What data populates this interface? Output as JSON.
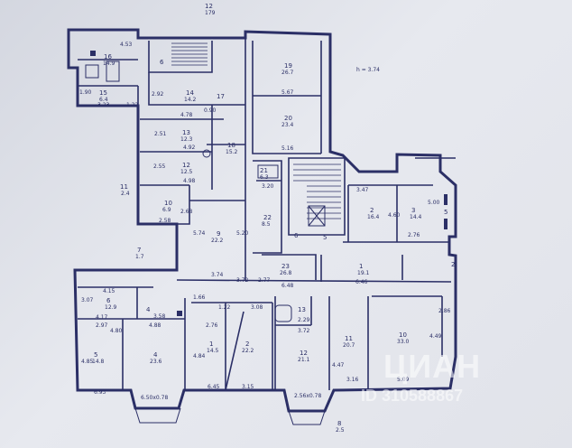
{
  "plan": {
    "title_code": "12",
    "title_sub": "179",
    "height_note": "h = 3.74",
    "rooms": [
      {
        "id": "16",
        "num": "16",
        "area": "14.9",
        "dims": [
          "4.53"
        ]
      },
      {
        "id": "15",
        "num": "15",
        "area": "6.4",
        "dims": [
          "1.90",
          "3.23",
          "1.22"
        ]
      },
      {
        "id": "6",
        "num": "6",
        "area": "",
        "dims": []
      },
      {
        "id": "14",
        "num": "14",
        "area": "14.2",
        "dims": [
          "2.92",
          "4.78",
          "0.90"
        ]
      },
      {
        "id": "17",
        "num": "17",
        "area": "",
        "dims": []
      },
      {
        "id": "13",
        "num": "13",
        "area": "12.3",
        "dims": [
          "2.51",
          "4.92"
        ]
      },
      {
        "id": "12",
        "num": "12",
        "area": "12.5",
        "dims": [
          "2.55",
          "4.98"
        ]
      },
      {
        "id": "18",
        "num": "18",
        "area": "15.2",
        "dims": []
      },
      {
        "id": "10",
        "num": "10",
        "area": "6.9",
        "dims": [
          "2.58",
          "2.68"
        ]
      },
      {
        "id": "11",
        "num": "11",
        "area": "2.4",
        "dims": []
      },
      {
        "id": "9",
        "num": "9",
        "area": "22.2",
        "dims": [
          "5.74",
          "5.20",
          "3.74"
        ]
      },
      {
        "id": "19",
        "num": "19",
        "area": "26.7",
        "dims": [
          "5.67"
        ]
      },
      {
        "id": "20",
        "num": "20",
        "area": "23.4",
        "dims": [
          "5.16"
        ]
      },
      {
        "id": "21",
        "num": "21",
        "area": "6.3",
        "dims": [
          "3.20"
        ]
      },
      {
        "id": "22",
        "num": "22",
        "area": "8.5",
        "dims": []
      },
      {
        "id": "23",
        "num": "23",
        "area": "26.8",
        "dims": [
          "2.77",
          "6.48"
        ]
      },
      {
        "id": "5",
        "num": "5",
        "area": "",
        "dims": []
      },
      {
        "id": "2",
        "num": "2",
        "area": "16.4",
        "dims": [
          "3.47",
          "4.60"
        ]
      },
      {
        "id": "3",
        "num": "3",
        "area": "14.4",
        "dims": [
          "2.76",
          "5.00"
        ]
      },
      {
        "id": "1",
        "num": "1",
        "area": "19.1",
        "dims": [
          "6.46"
        ]
      },
      {
        "id": "7",
        "num": "7",
        "area": "1.7",
        "dims": []
      },
      {
        "id": "ra6",
        "num": "6",
        "area": "12.9",
        "dims": [
          "4.15",
          "3.07",
          "4.17"
        ]
      },
      {
        "id": "ra4",
        "num": "4",
        "area": "",
        "dims": [
          "3.58"
        ]
      },
      {
        "id": "ra5",
        "num": "5",
        "area": "14.8",
        "dims": [
          "2.97",
          "4.80",
          "4.85",
          "6.93"
        ]
      },
      {
        "id": "ra4b",
        "num": "4",
        "area": "23.6",
        "dims": [
          "4.88",
          "6.50x0.78"
        ]
      },
      {
        "id": "ra1",
        "num": "1",
        "area": "14.5",
        "dims": [
          "1.22",
          "2.76",
          "4.84"
        ]
      },
      {
        "id": "ra2",
        "num": "2",
        "area": "22.2",
        "dims": [
          "3.08",
          "6.45",
          "3.15"
        ]
      },
      {
        "id": "rb13",
        "num": "13",
        "area": "",
        "dims": [
          "2.29",
          "3.72"
        ]
      },
      {
        "id": "rb12",
        "num": "12",
        "area": "21.1",
        "dims": [
          "2.56x0.78"
        ]
      },
      {
        "id": "rb11",
        "num": "11",
        "area": "20.7",
        "dims": [
          "4.47",
          "3.16"
        ]
      },
      {
        "id": "rb10",
        "num": "10",
        "area": "33.0",
        "dims": [
          "5.09",
          "2.86",
          "4.49"
        ]
      }
    ],
    "misc_labels": [
      "6",
      "5",
      "2",
      "1.66",
      "3.72"
    ],
    "bottom_code": "8",
    "bottom_sub": "2.5"
  },
  "watermark": {
    "brand": "ЦИАН",
    "id_text": "ID 310588867"
  }
}
